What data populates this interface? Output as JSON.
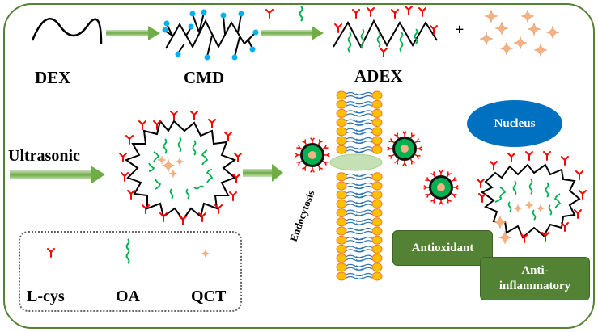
{
  "labels": {
    "dex": "DEX",
    "cmd": "CMD",
    "adex": "ADEX",
    "plus": "+",
    "ultrasonic": "Ultrasonic",
    "endocytosis": "Endocytosis",
    "nucleus": "Nucleus",
    "antioxidant": "Antioxidant",
    "anti_inflammatory_line1": "Anti-",
    "anti_inflammatory_line2": "inflammatory"
  },
  "legend": [
    {
      "label": "L-cys",
      "icon": "l-cys-icon"
    },
    {
      "label": "OA",
      "icon": "oa-icon"
    },
    {
      "label": "QCT",
      "icon": "qct-icon"
    }
  ],
  "colors": {
    "frame": "#548235",
    "arrow": "#70ad47",
    "lcys": "#ff0000",
    "oa": "#00b050",
    "qct": "#f4b183",
    "cmd_dot": "#00b0f0",
    "nucleus": "#0070c0",
    "membrane_head": "#ffc000",
    "membrane_head_edge": "#ed7d31",
    "membrane_tail": "#2e75b6",
    "effect_box": "#548235"
  }
}
